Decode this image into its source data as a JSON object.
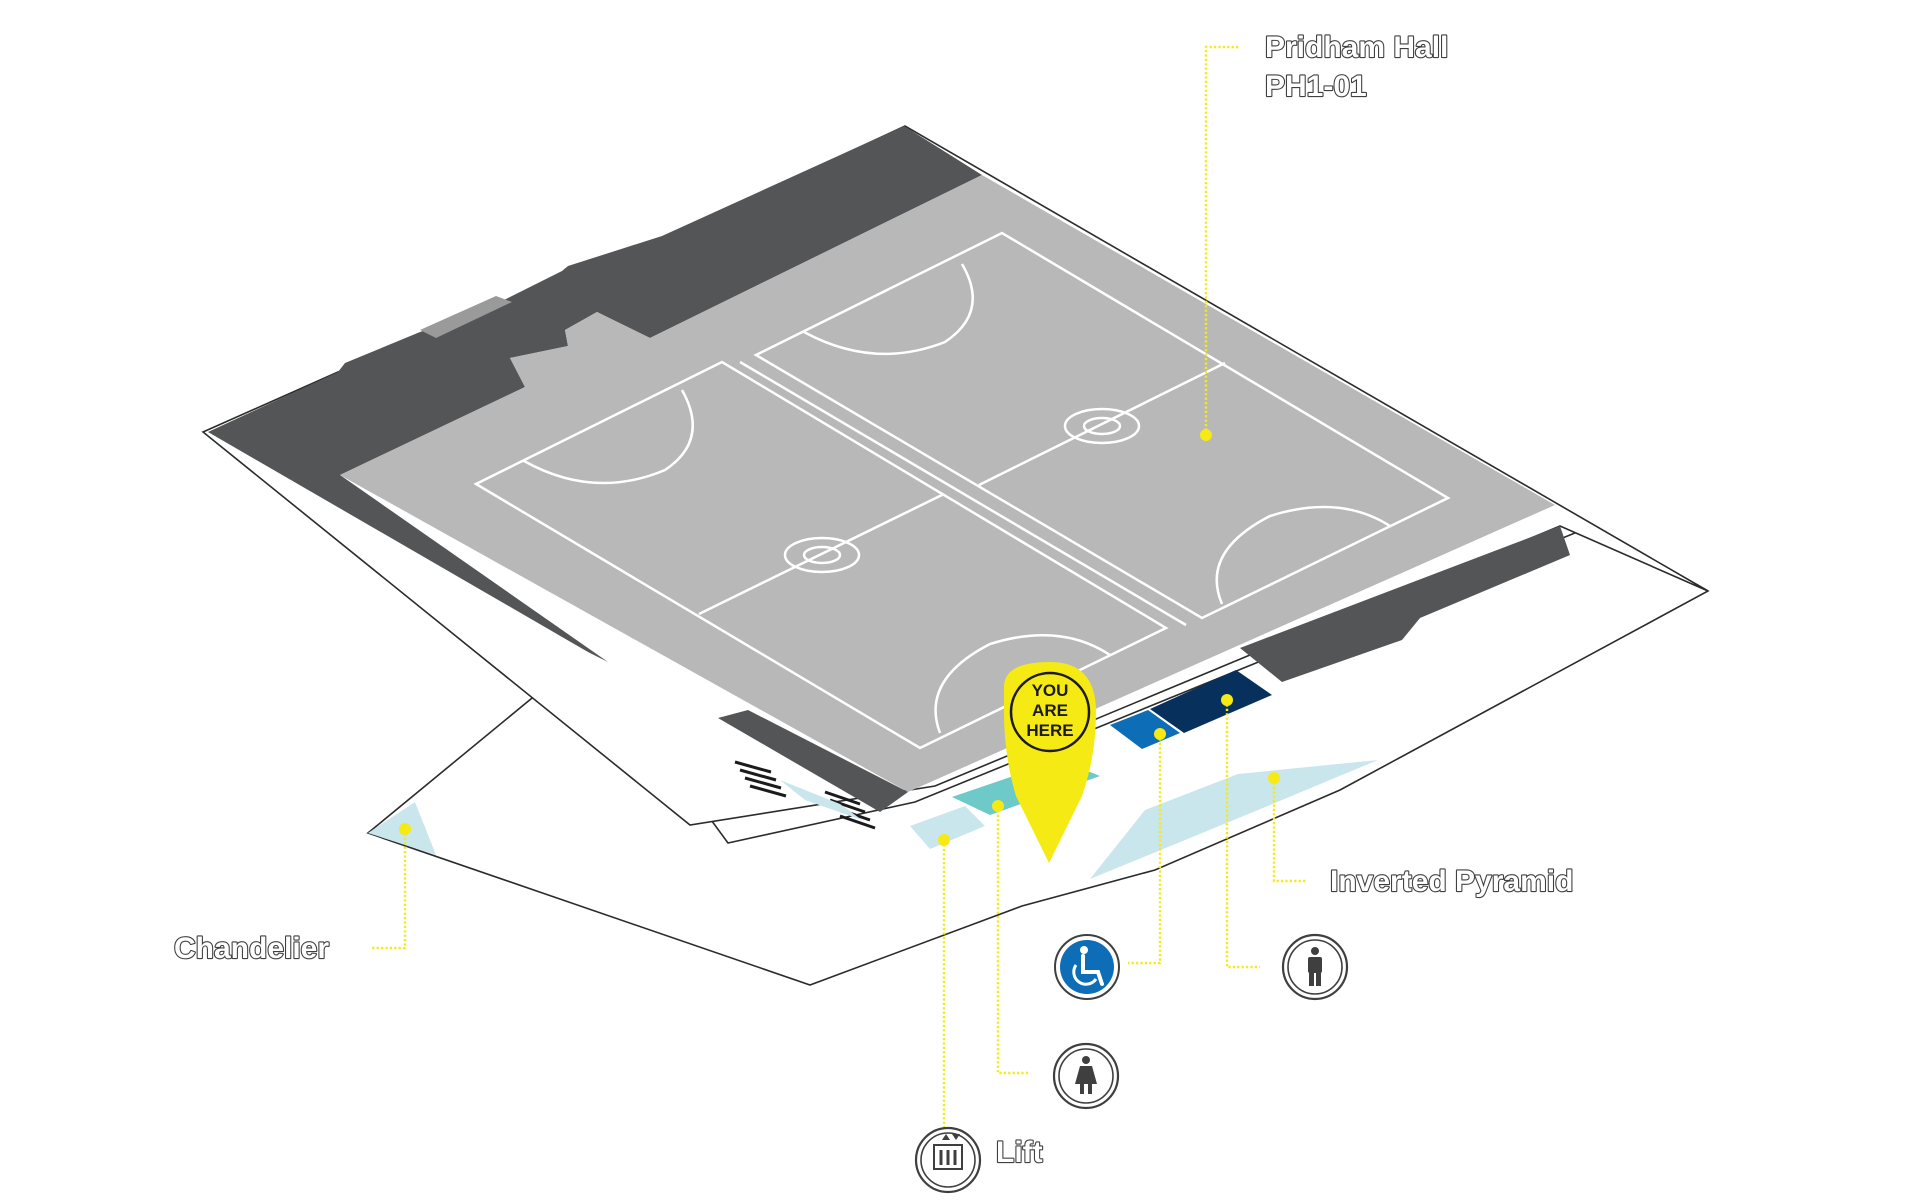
{
  "map": {
    "you_are_here": {
      "line1": "YOU",
      "line2": "ARE",
      "line3": "HERE",
      "color": "#f5ea14"
    },
    "labels": {
      "hall_name": "Pridham Hall",
      "hall_room": "PH1-01",
      "inverted_pyramid": "Inverted Pyramid",
      "chandelier": "Chandelier",
      "lift": "Lift"
    },
    "icons": {
      "accessible_toilet": "wheelchair-icon",
      "male_toilet": "male-toilet-icon",
      "female_toilet": "female-toilet-icon",
      "lift": "lift-icon"
    },
    "colors": {
      "court_floor": "#b8b8b8",
      "walls": "#545557",
      "leader_lines": "#f5ea14",
      "accessible": "#0e6db7",
      "male_toilet": "#07315c",
      "female_toilet": "#6ec9c9",
      "glass_features": "#c9e6ec"
    }
  }
}
